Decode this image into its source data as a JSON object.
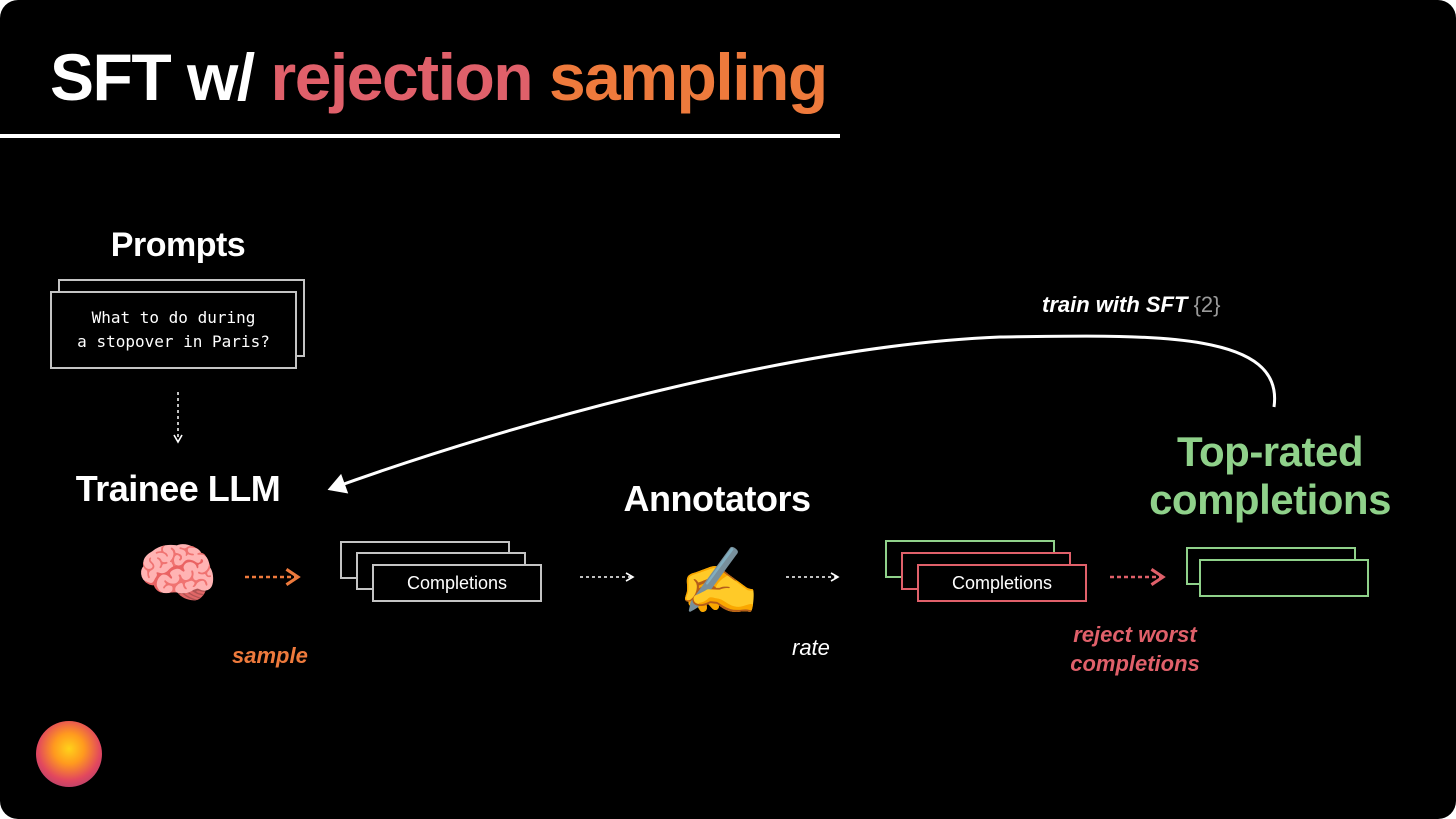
{
  "title": {
    "part1": "SFT w/",
    "part2": "rejection",
    "part3": "sampling"
  },
  "prompts": {
    "heading": "Prompts",
    "example": "What to do during\na stopover in Paris?"
  },
  "trainee": {
    "heading": "Trainee LLM",
    "icon": "brain-icon"
  },
  "completions_label": "Completions",
  "annotators": {
    "heading": "Annotators",
    "icon": "writing-hand-icon"
  },
  "top_rated": {
    "heading": "Top-rated\ncompletions"
  },
  "edge_labels": {
    "sample": "sample",
    "rate": "rate",
    "reject": "reject worst\ncompletions",
    "train": "train with SFT",
    "train_ref": "{2}"
  },
  "colors": {
    "background": "#000000",
    "rejection": "#e0606a",
    "sampling": "#ee7a3c",
    "top_rated": "#8fd18a",
    "neutral_border": "#c4c4c4"
  }
}
